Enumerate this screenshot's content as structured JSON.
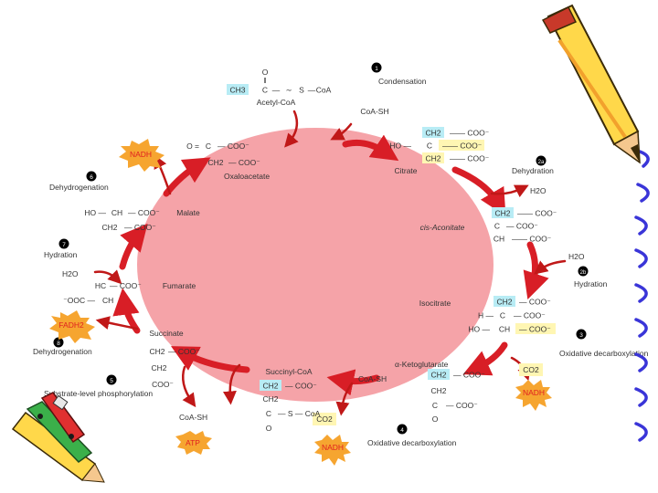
{
  "colors": {
    "cycle_fill": "#f5a3a8",
    "arrow": "#d81e26",
    "highlight_cyan": "#b8ecf5",
    "highlight_yellow": "#fff6b3",
    "burst": "#f6a530",
    "burst_text": "#e02020",
    "badge": "#000000",
    "text": "#333333",
    "notebook_ring": "#3a35d8"
  },
  "acetyl_coa": {
    "o_top": "O",
    "double_bond": "‖",
    "ch3": "CH3",
    "c": "C",
    "dash1": "—",
    "tilde": "∼",
    "s": "S",
    "dash2": "—",
    "coa": "CoA",
    "name": "Acetyl-CoA",
    "coa_sh": "CoA-SH"
  },
  "steps": [
    {
      "number": "1",
      "label": "Condensation"
    },
    {
      "number": "2a",
      "label": "Dehydration"
    },
    {
      "number": "2b",
      "label": "Hydration"
    },
    {
      "number": "3",
      "label": "Oxidative decarboxylation"
    },
    {
      "number": "4",
      "label": "Oxidative decarboxylation"
    },
    {
      "number": "5",
      "label": "Substrate-level phosphorylation"
    },
    {
      "number": "6",
      "label": "Dehydrogenation"
    },
    {
      "number": "7",
      "label": "Hydration"
    },
    {
      "number": "8",
      "label": "Dehydrogenation"
    }
  ],
  "compounds": {
    "citrate": {
      "name": "Citrate",
      "r1_left": "CH2",
      "r1_right": "—— COO⁻",
      "r2_left": "HO —",
      "r2_mid": "C",
      "r2_right": "—— COO⁻",
      "r3_left": "CH2",
      "r3_right": "—— COO⁻"
    },
    "cis_aconitate": {
      "name": "cis-Aconitate",
      "r1_left": "CH2",
      "r1_right": "—— COO⁻",
      "r2_left": "C",
      "r2_right": "— COO⁻",
      "r3_left": "CH",
      "r3_right": "—— COO⁻"
    },
    "isocitrate": {
      "name": "Isocitrate",
      "r1_left": "CH2",
      "r1_right": "— COO⁻",
      "r2_left": "H —",
      "r2_mid": "C",
      "r2_right": "— COO⁻",
      "r3_left": "HO —",
      "r3_mid": "CH",
      "r3_right": "— COO⁻"
    },
    "ketoglutarate": {
      "name": "α-Ketoglutarate",
      "r1_left": "CH2",
      "r1_right": "— COO⁻",
      "r2": "CH2",
      "r3_left": "C",
      "r3_right": "— COO⁻",
      "r4": "O"
    },
    "succinyl_coa": {
      "name": "Succinyl-CoA",
      "r1_left": "CH2",
      "r1_right": "— COO⁻",
      "r2": "CH2",
      "r3_left": "C",
      "r3_right": "— S — CoA",
      "r4": "O"
    },
    "succinate": {
      "name": "Succinate",
      "r1_left": "CH2",
      "r1_right": "— COO⁻",
      "r2": "CH2",
      "r3": "COO⁻"
    },
    "fumarate": {
      "name": "Fumarate",
      "r1_left": "HC",
      "r1_right": "— COO⁻",
      "r2_left": "⁻OOC —",
      "r2_right": "CH"
    },
    "malate": {
      "name": "Malate",
      "r1_left": "HO —",
      "r1_mid": "CH",
      "r1_right": "— COO⁻",
      "r2_left": "CH2",
      "r2_right": "— COO⁻"
    },
    "oxaloacetate": {
      "name": "Oxaloacetate",
      "r1_left": "O =",
      "r1_mid": "C",
      "r1_right": "— COO⁻",
      "r2_left": "CH2",
      "r2_right": "— COO⁻"
    }
  },
  "byproducts": {
    "h2o_dehydration": "H2O",
    "h2o_hydration": "H2O",
    "h2o_fumarate": "H2O",
    "coa_sh_isocitrate": "CoA-SH",
    "co2_step3": "CO2",
    "co2_step4": "CO2",
    "coa_sh_step5": "CoA-SH",
    "nadh_step3": "NADH",
    "nadh_step4": "NADH",
    "nadh_step6": "NADH",
    "fadh2": "FADH2",
    "atp": "ATP"
  }
}
